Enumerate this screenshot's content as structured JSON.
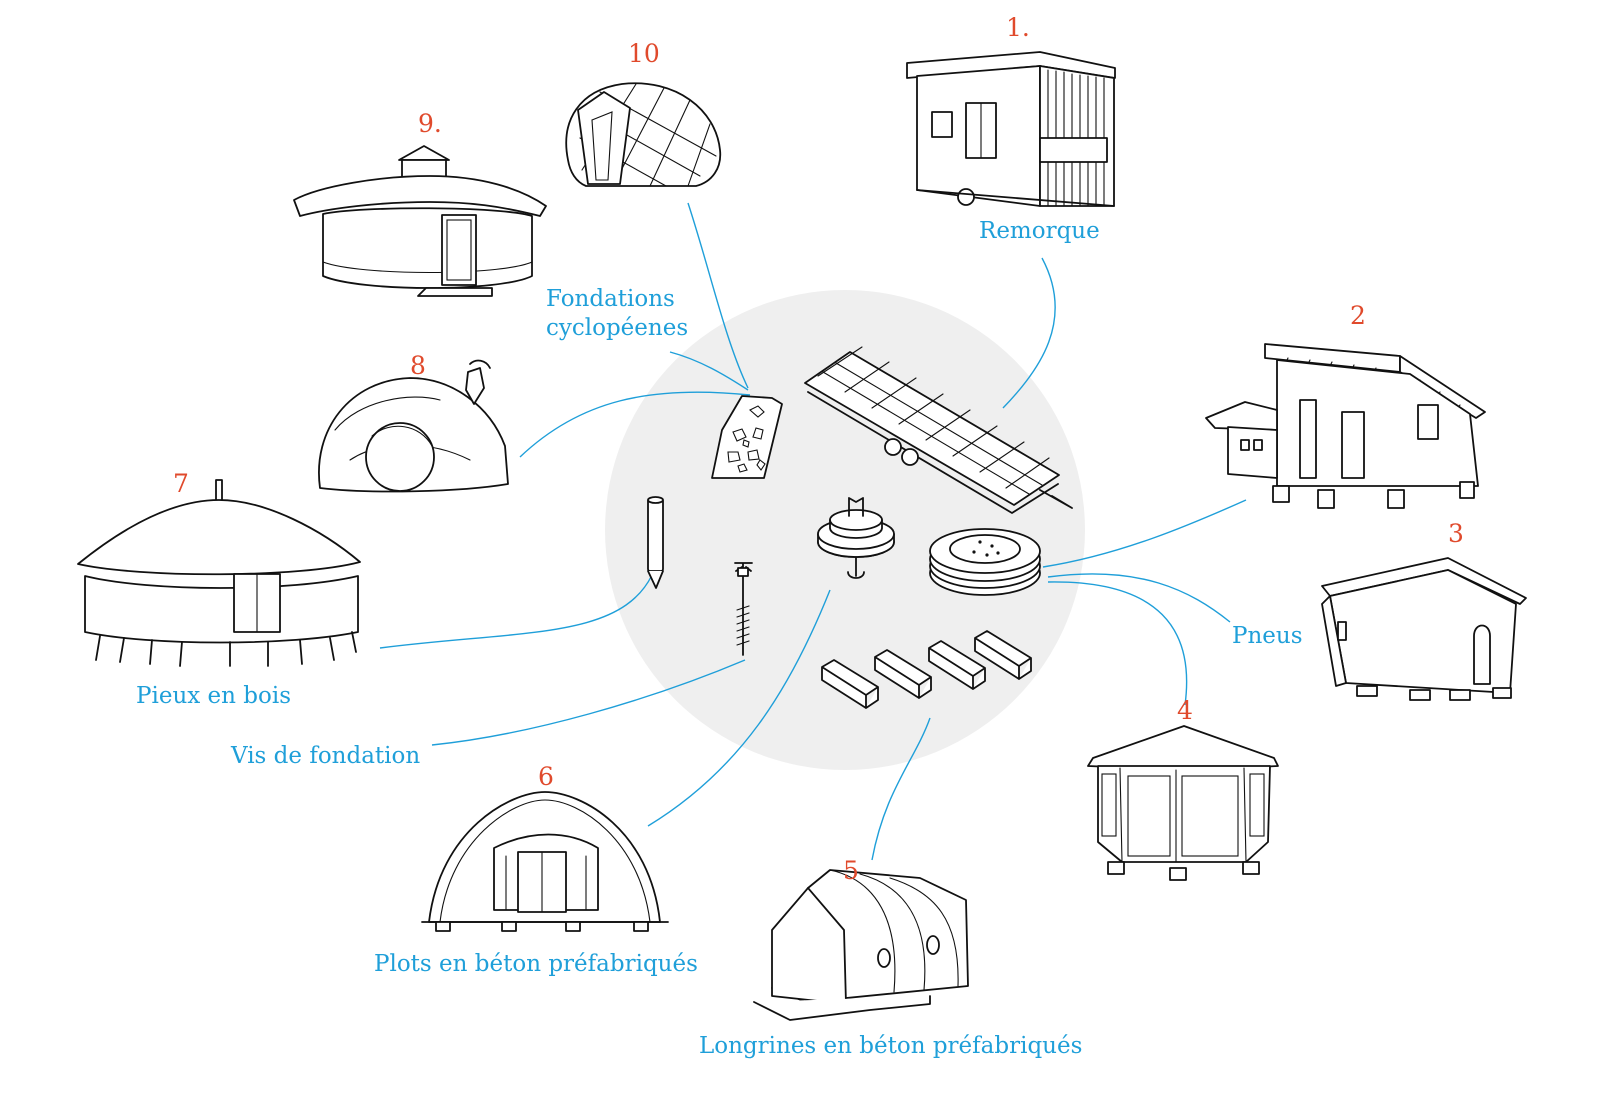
{
  "colors": {
    "foundation_label": "#1f9fd9",
    "number": "#e04a2c",
    "ink": "#111111",
    "backdrop": "#efefef"
  },
  "foundations": [
    {
      "id": "remorque",
      "label": "Remorque"
    },
    {
      "id": "pneus",
      "label": "Pneus"
    },
    {
      "id": "longrines",
      "label": "Longrines en béton préfabriqués"
    },
    {
      "id": "plots",
      "label": "Plots en béton préfabriqués"
    },
    {
      "id": "vis",
      "label": "Vis de fondation"
    },
    {
      "id": "pieux",
      "label": "Pieux en bois"
    },
    {
      "id": "cyclop",
      "label_line1": "Fondations",
      "label_line2": "cyclopéenes"
    }
  ],
  "houses": [
    {
      "id": "tiny-house",
      "number": "1.",
      "icon": "tiny-house-icon"
    },
    {
      "id": "shed-roof-house",
      "number": "2",
      "icon": "shed-roof-house-icon"
    },
    {
      "id": "cabin",
      "number": "3",
      "icon": "cabin-icon"
    },
    {
      "id": "gazebo",
      "number": "4",
      "icon": "gazebo-icon"
    },
    {
      "id": "pod-house",
      "number": "5",
      "icon": "pod-house-icon"
    },
    {
      "id": "quonset-hut",
      "number": "6",
      "icon": "quonset-hut-icon"
    },
    {
      "id": "yurt",
      "number": "7",
      "icon": "yurt-icon"
    },
    {
      "id": "earth-house",
      "number": "8",
      "icon": "earth-house-icon"
    },
    {
      "id": "round-house",
      "number": "9.",
      "icon": "round-house-icon"
    },
    {
      "id": "dome",
      "number": "10",
      "icon": "geodesic-dome-icon"
    }
  ]
}
